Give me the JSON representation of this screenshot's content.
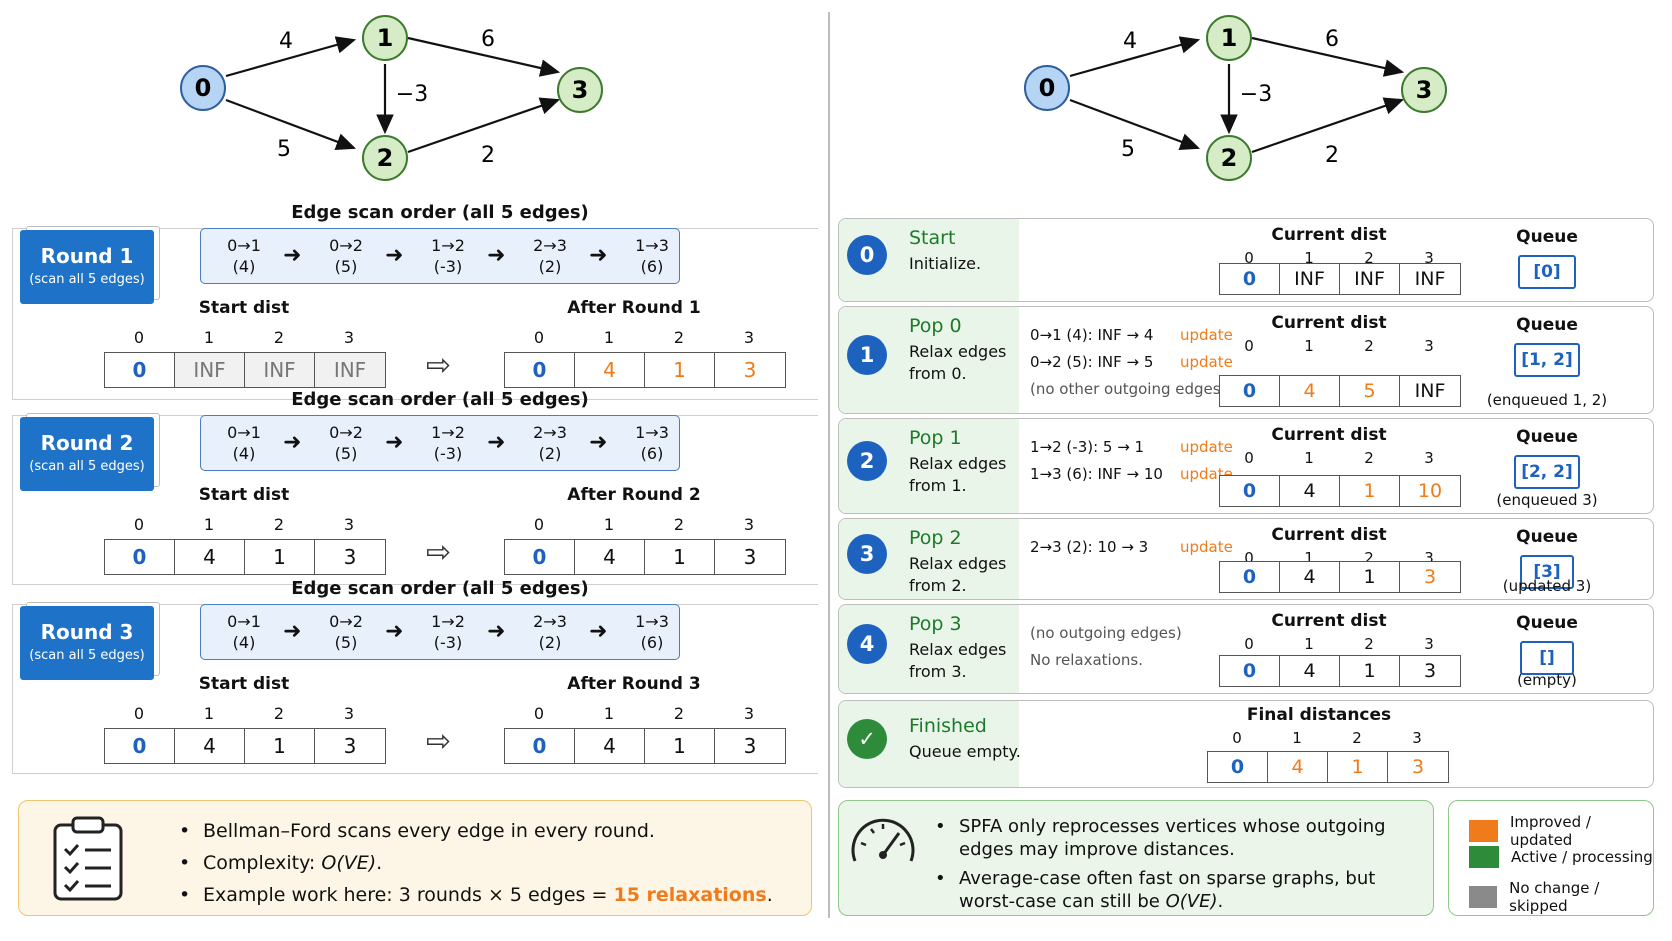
{
  "graph": {
    "nodes": [
      "0",
      "1",
      "2",
      "3"
    ],
    "weights": {
      "e01": "4",
      "e13": "6",
      "e12": "−3",
      "e02": "5",
      "e23": "2"
    }
  },
  "colors": {
    "orange": "#ef7b1a",
    "green": "#2e8b3a",
    "grey": "#8a8a8a",
    "blue": "#1e62c0"
  },
  "rounds": [
    {
      "title": "Round 1",
      "subtitle": "(scan all 5 edges)",
      "scan_title": "Edge scan order (all 5 edges)",
      "edges": [
        {
          "e": "0→1",
          "w": "(4)"
        },
        {
          "e": "0→2",
          "w": "(5)"
        },
        {
          "e": "1→2",
          "w": "(-3)"
        },
        {
          "e": "2→3",
          "w": "(2)"
        },
        {
          "e": "1→3",
          "w": "(6)"
        }
      ],
      "start_label": "Start dist",
      "after_label": "After Round 1",
      "start": [
        "0",
        "INF",
        "INF",
        "INF"
      ],
      "after": [
        "0",
        "4",
        "1",
        "3"
      ]
    },
    {
      "title": "Round 2",
      "subtitle": "(scan all 5 edges)",
      "scan_title": "Edge scan order (all 5 edges)",
      "edges": [
        {
          "e": "0→1",
          "w": "(4)"
        },
        {
          "e": "0→2",
          "w": "(5)"
        },
        {
          "e": "1→2",
          "w": "(-3)"
        },
        {
          "e": "2→3",
          "w": "(2)"
        },
        {
          "e": "1→3",
          "w": "(6)"
        }
      ],
      "start_label": "Start dist",
      "after_label": "After Round 2",
      "start": [
        "0",
        "4",
        "1",
        "3"
      ],
      "after": [
        "0",
        "4",
        "1",
        "3"
      ]
    },
    {
      "title": "Round 3",
      "subtitle": "(scan all 5 edges)",
      "scan_title": "Edge scan order (all 5 edges)",
      "edges": [
        {
          "e": "0→1",
          "w": "(4)"
        },
        {
          "e": "0→2",
          "w": "(5)"
        },
        {
          "e": "1→2",
          "w": "(-3)"
        },
        {
          "e": "2→3",
          "w": "(2)"
        },
        {
          "e": "1→3",
          "w": "(6)"
        }
      ],
      "start_label": "Start dist",
      "after_label": "After Round 3",
      "start": [
        "0",
        "4",
        "1",
        "3"
      ],
      "after": [
        "0",
        "4",
        "1",
        "3"
      ]
    }
  ],
  "index_labels": [
    "0",
    "1",
    "2",
    "3"
  ],
  "summary_left": {
    "b1": "Bellman–Ford scans every edge in every round.",
    "b2_pre": "Complexity: ",
    "b2_em": "O(VE)",
    "b2_post": ".",
    "b3_pre": "Example work here: 3 rounds × 5 edges = ",
    "b3_hl": "15 relaxations",
    "b3_post": "."
  },
  "steps": [
    {
      "num": "0",
      "title": "Start",
      "desc": "Initialize.",
      "relax": [],
      "cd_title": "Current dist",
      "dist": [
        "0",
        "INF",
        "INF",
        "INF"
      ],
      "q_title": "Queue",
      "queue": "[0]",
      "q_note": ""
    },
    {
      "num": "1",
      "title": "Pop 0",
      "desc": "Relax edges from 0.",
      "relax": [
        {
          "t": "0→1 (4):  INF → 4",
          "u": "update"
        },
        {
          "t": "0→2 (5):  INF → 5",
          "u": "update"
        },
        {
          "t": "(no other outgoing edges)",
          "u": ""
        }
      ],
      "cd_title": "Current dist",
      "dist": [
        "0",
        "4",
        "5",
        "INF"
      ],
      "q_title": "Queue",
      "queue": "[1, 2]",
      "q_note": "(enqueued 1, 2)"
    },
    {
      "num": "2",
      "title": "Pop 1",
      "desc": "Relax edges from 1.",
      "relax": [
        {
          "t": "1→2 (-3):  5 → 1",
          "u": "update"
        },
        {
          "t": "1→3 (6):  INF → 10",
          "u": "update"
        }
      ],
      "cd_title": "Current dist",
      "dist": [
        "0",
        "4",
        "1",
        "10"
      ],
      "q_title": "Queue",
      "queue": "[2, 2]",
      "q_note": "(enqueued 3)"
    },
    {
      "num": "3",
      "title": "Pop 2",
      "desc": "Relax edges from 2.",
      "relax": [
        {
          "t": "2→3 (2):  10 → 3",
          "u": "update"
        }
      ],
      "cd_title": "Current dist",
      "dist": [
        "0",
        "4",
        "1",
        "3"
      ],
      "q_title": "Queue",
      "queue": "[3]",
      "q_note": "(updated 3)"
    },
    {
      "num": "4",
      "title": "Pop 3",
      "desc": "Relax edges from 3.",
      "relax": [
        {
          "t": "(no outgoing edges)",
          "u": ""
        },
        {
          "t": "No relaxations.",
          "u": ""
        }
      ],
      "cd_title": "Current dist",
      "dist": [
        "0",
        "4",
        "1",
        "3"
      ],
      "q_title": "Queue",
      "queue": "[]",
      "q_note": "(empty)"
    }
  ],
  "finished": {
    "title": "Finished",
    "desc": "Queue empty.",
    "cd_title": "Final distances",
    "dist": [
      "0",
      "4",
      "1",
      "3"
    ]
  },
  "summary_right": {
    "b1": "SPFA only reprocesses vertices whose outgoing edges may improve distances.",
    "b2_pre": "Average-case often fast on sparse graphs, but worst-case can still be ",
    "b2_em": "O(VE)",
    "b2_post": "."
  },
  "legend": [
    {
      "label": "Improved / updated",
      "color": "#ef7b1a"
    },
    {
      "label": "Active / processing",
      "color": "#2e8b3a"
    },
    {
      "label": "No change / skipped",
      "color": "#8a8a8a"
    }
  ]
}
